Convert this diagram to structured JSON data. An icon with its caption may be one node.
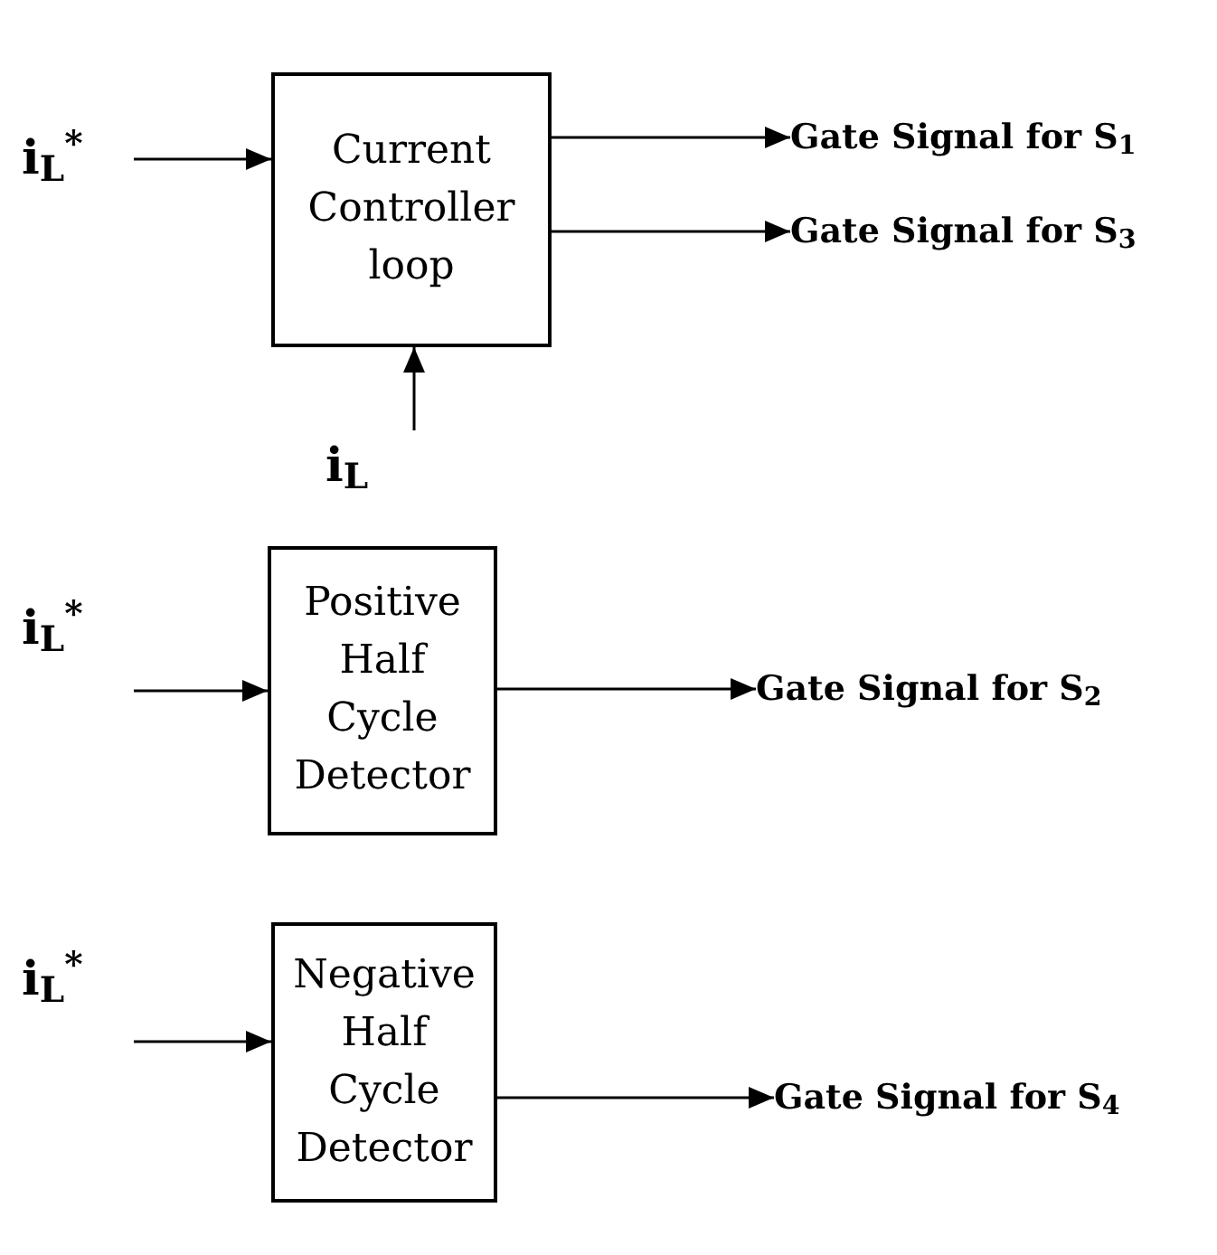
{
  "diagram": {
    "nodes": [
      {
        "text": [
          "i$_{L}$$^{*}$"
        ]
      },
      {
        "text": [
          "Current Controller loop"
        ]
      },
      {
        "text": [
          "Gate Signal for S$_{1}$"
        ]
      },
      {
        "text": [
          "Gate Signal for S$_{3}$"
        ]
      },
      {
        "text": [
          "i$_{L}$"
        ]
      },
      {
        "text": [
          "i$_{L}$$^{*}$"
        ]
      },
      {
        "text": [
          "Positive Half Cycle Detector"
        ]
      },
      {
        "text": [
          "Gate Signal for S$_{2}$"
        ]
      },
      {
        "text": [
          "i$_{L}$$^{*}$"
        ]
      },
      {
        "text": [
          "Negative Half Cycle Detector"
        ]
      },
      {
        "text": [
          "Gate Signal for S$_{4}$"
        ]
      }
    ],
    "edges": [
      {
        "from": 0,
        "to": 1,
        "arrow": "to"
      },
      {
        "from": 1,
        "to": 2,
        "arrow": "to"
      },
      {
        "from": 1,
        "to": 3,
        "arrow": "to"
      },
      {
        "from": 4,
        "to": 1,
        "arrow": "to"
      },
      {
        "from": 5,
        "to": 6,
        "arrow": "to"
      },
      {
        "from": 6,
        "to": 7,
        "arrow": "to"
      },
      {
        "from": 8,
        "to": 9,
        "arrow": "to"
      },
      {
        "from": 9,
        "to": 10,
        "arrow": "to"
      }
    ]
  }
}
